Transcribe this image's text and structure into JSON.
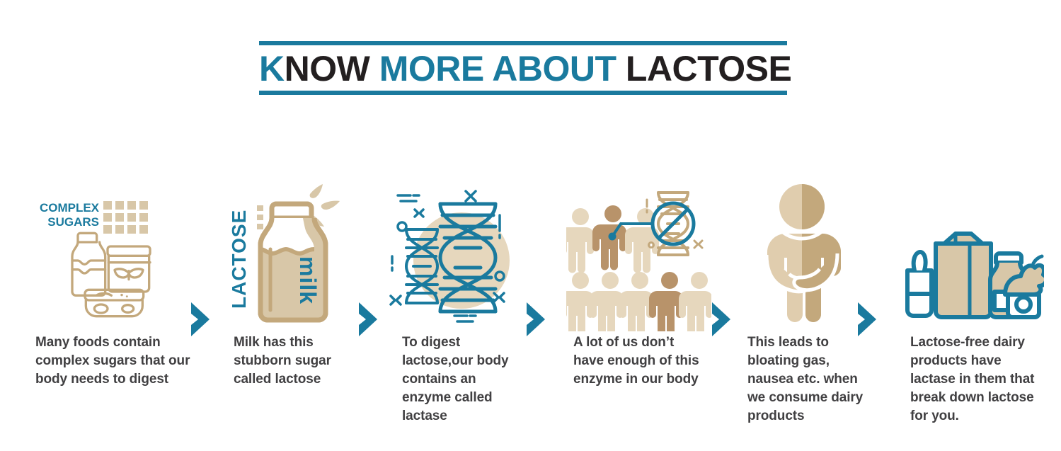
{
  "title": {
    "segments": [
      {
        "text": "K",
        "color": "blue"
      },
      {
        "text": "NOW",
        "color": "dark"
      },
      {
        "text": " MORE ABOUT ",
        "color": "blue"
      },
      {
        "text": "LACTOSE",
        "color": "dark"
      }
    ],
    "full_text": "KNOW MORE ABOUT LACTOSE"
  },
  "colors": {
    "accent_blue": "#1a7a9e",
    "tan_light": "#e3d5bc",
    "tan_mid": "#d8c7a8",
    "tan_dark": "#b8986a",
    "text_dark": "#414042",
    "title_dark": "#231f20",
    "background": "#ffffff"
  },
  "steps": [
    {
      "id": "complex-sugars",
      "icon": "foods-jar-bottle-bowl-icon",
      "art_labels": {
        "line1": "COMPLEX",
        "line2": "SUGARS"
      },
      "caption": "Many foods contain complex sugars that our body needs to digest"
    },
    {
      "id": "lactose-milk",
      "icon": "milk-bottle-icon",
      "art_labels": {
        "vertical": "LACTOSE",
        "bottle": "milk"
      },
      "caption": "Milk has this stubborn sugar called lactose"
    },
    {
      "id": "lactase-enzyme",
      "icon": "dna-double-helix-icon",
      "art_labels": {},
      "caption": "To digest lactose,our body contains an enzyme called lactase"
    },
    {
      "id": "enzyme-deficiency",
      "icon": "people-group-dna-icon",
      "art_labels": {},
      "caption": "A lot of us don’t have enough of this enzyme in our body"
    },
    {
      "id": "symptoms",
      "icon": "person-stomach-ache-icon",
      "art_labels": {},
      "caption": "This leads to bloating gas, nausea etc. when we consume dairy products"
    },
    {
      "id": "lactose-free",
      "icon": "dairy-products-icon",
      "art_labels": {},
      "caption": "Lactose-free dairy products have lactase in them that break down lactose for you."
    }
  ],
  "arrows": {
    "glyph": "chevron-right",
    "count": 5
  }
}
